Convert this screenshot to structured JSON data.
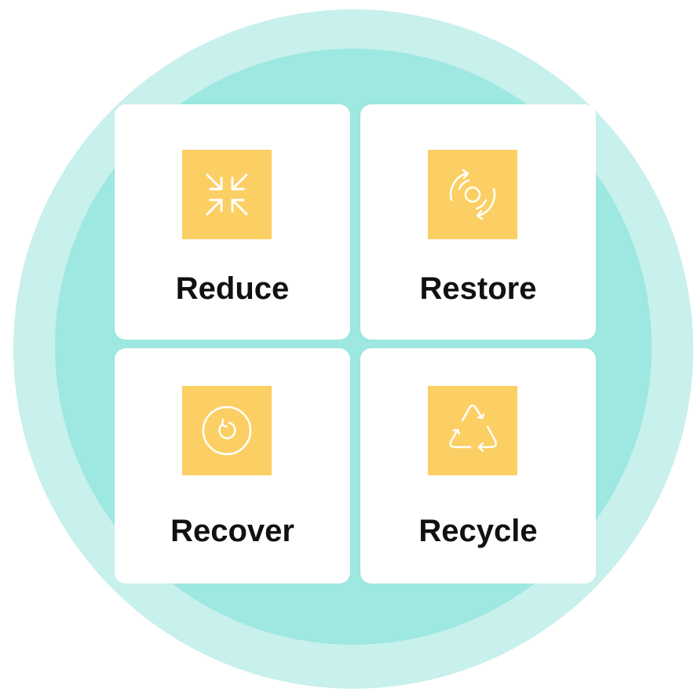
{
  "colors": {
    "outer_ring": "#c8f0ec",
    "inner_circle": "#9de8e0",
    "card": "#ffffff",
    "icon_tile": "#fbcf63",
    "icon_stroke": "#ffffff"
  },
  "cards": [
    {
      "label": "Reduce",
      "icon": "compress-arrows-icon"
    },
    {
      "label": "Restore",
      "icon": "rotate-target-icon"
    },
    {
      "label": "Recover",
      "icon": "circular-refresh-icon"
    },
    {
      "label": "Recycle",
      "icon": "recycle-triangle-icon"
    }
  ]
}
